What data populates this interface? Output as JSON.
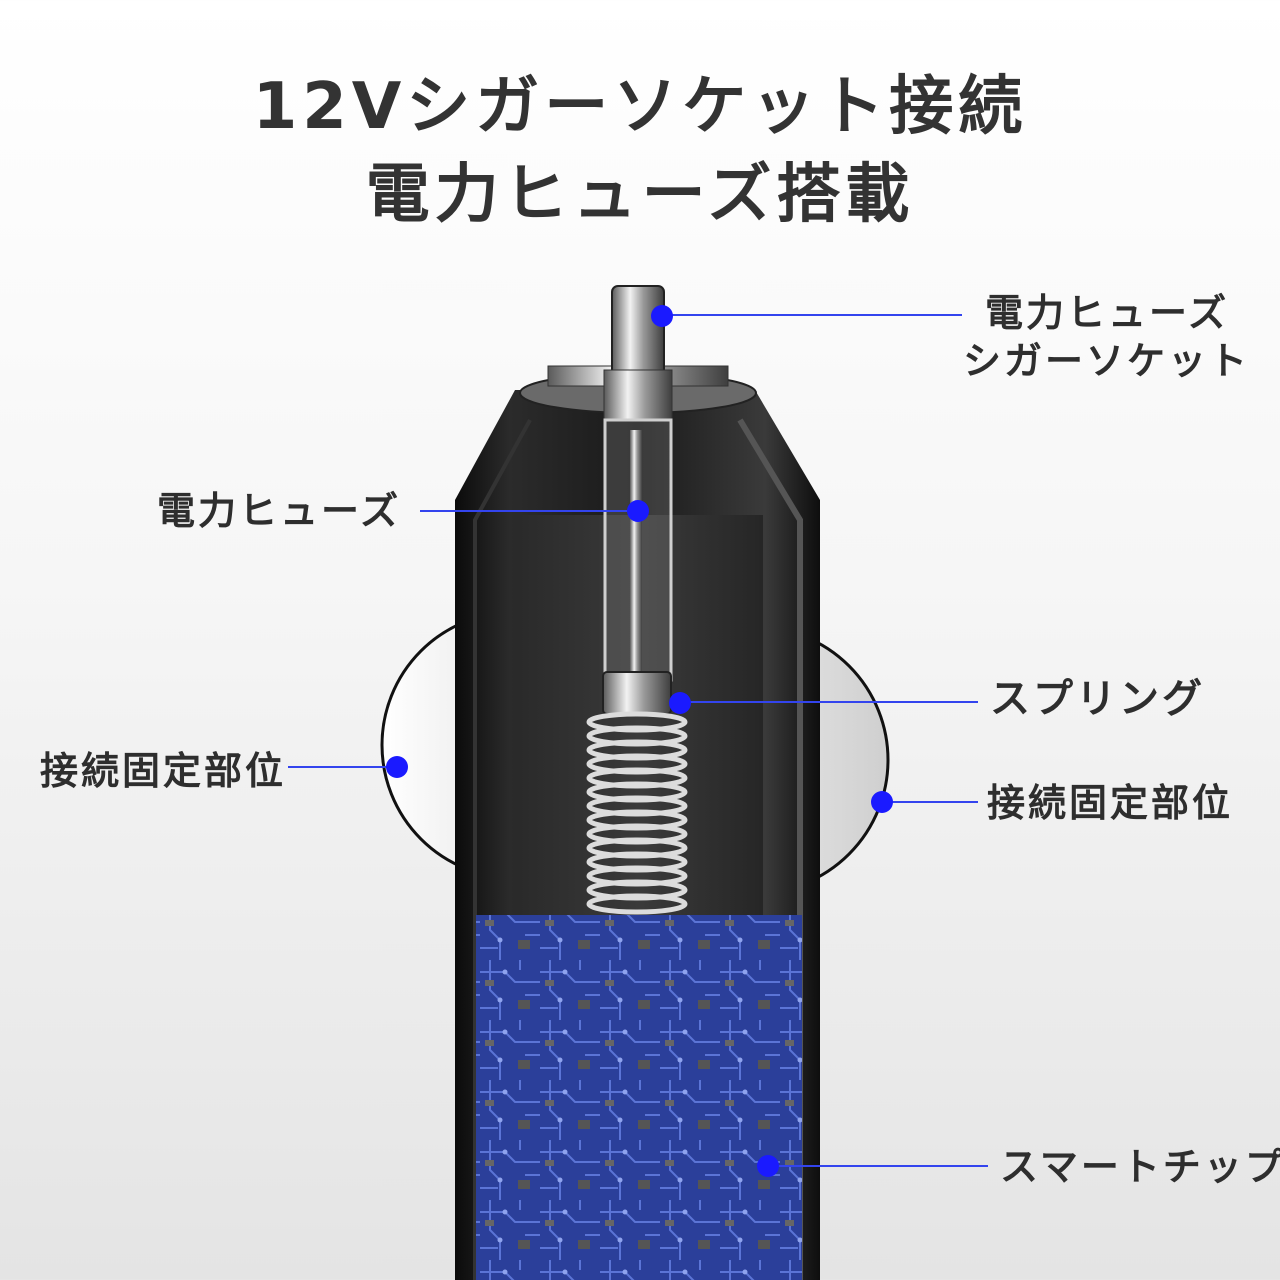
{
  "title": {
    "line1": "12Vシガーソケット接続",
    "line2": "電力ヒューズ搭載"
  },
  "callouts": {
    "tip_line1": "電力ヒューズ",
    "tip_line2": "シガーソケット",
    "fuse": "電力ヒューズ",
    "spring": "スプリング",
    "clip_left": "接続固定部位",
    "clip_right": "接続固定部位",
    "chip": "スマートチップ"
  },
  "colors": {
    "accent": "#1a1aff",
    "leader": "#3344ee",
    "body": "#141414",
    "pcb": "#2b3f9a",
    "title": "#333333"
  }
}
